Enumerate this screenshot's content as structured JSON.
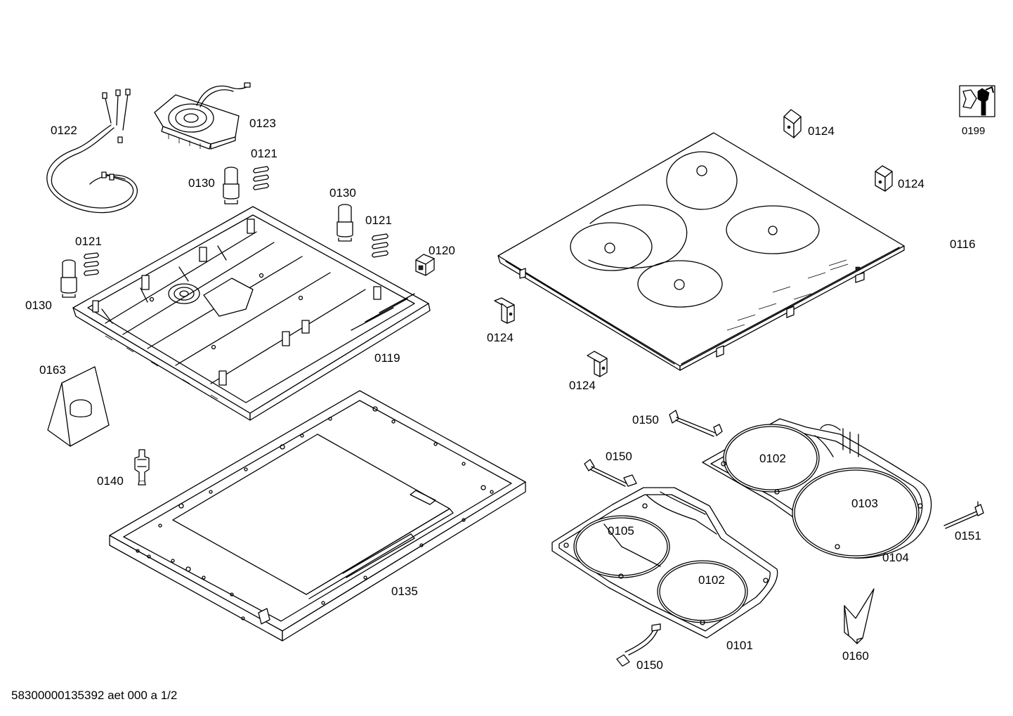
{
  "diagram": {
    "parts": {
      "p0122": "0122",
      "p0123": "0123",
      "p0121_a": "0121",
      "p0130_a": "0130",
      "p0130_b": "0130",
      "p0121_b": "0121",
      "p0121_c": "0121",
      "p0130_c": "0130",
      "p0120": "0120",
      "p0119": "0119",
      "p0163": "0163",
      "p0140": "0140",
      "p0135": "0135",
      "p0124_a": "0124",
      "p0124_b": "0124",
      "p0124_c": "0124",
      "p0124_d": "0124",
      "p0116": "0116",
      "p0199": "0199",
      "p0150_a": "0150",
      "p0150_b": "0150",
      "p0150_c": "0150",
      "p0102_a": "0102",
      "p0102_b": "0102",
      "p0103": "0103",
      "p0105": "0105",
      "p0104": "0104",
      "p0151": "0151",
      "p0101": "0101",
      "p0160": "0160"
    }
  },
  "footer": {
    "doc_code": "58300000135392 aet 000 a 1/2"
  }
}
